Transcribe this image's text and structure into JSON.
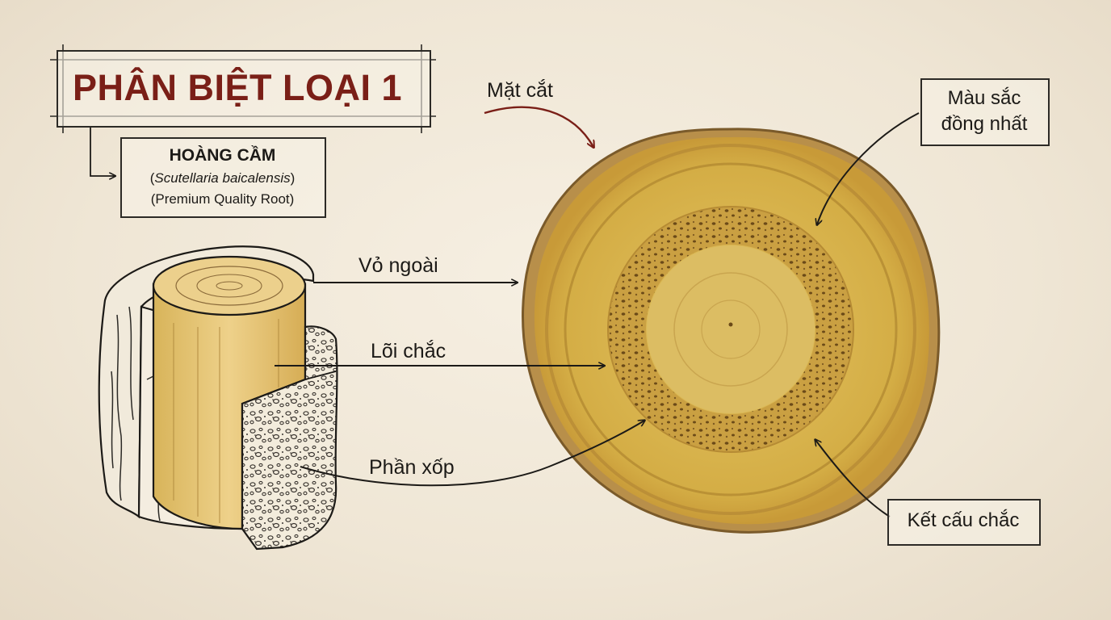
{
  "title": "PHÂN BIỆT LOẠI 1",
  "specimen": {
    "name": "HOÀNG CẦM",
    "sci_open": "(",
    "scientific_name": "Scutellaria baicalensis",
    "sci_close": ")",
    "quality": "(Premium Quality Root)"
  },
  "labels": {
    "cross_section": "Mặt cắt",
    "outer_bark": "Vỏ ngoài",
    "firm_core": "Lõi chắc",
    "spongy_part": "Phần xốp",
    "uniform_color_1": "Màu sắc",
    "uniform_color_2": "đồng nhất",
    "firm_texture": "Kết cấu chắc"
  },
  "colors": {
    "title": "#7a1f17",
    "ink": "#1c1a17",
    "arrow_accent": "#7a1f17",
    "root_yellow": "#d9b54f",
    "bark_brown": "#8a6a3a"
  }
}
